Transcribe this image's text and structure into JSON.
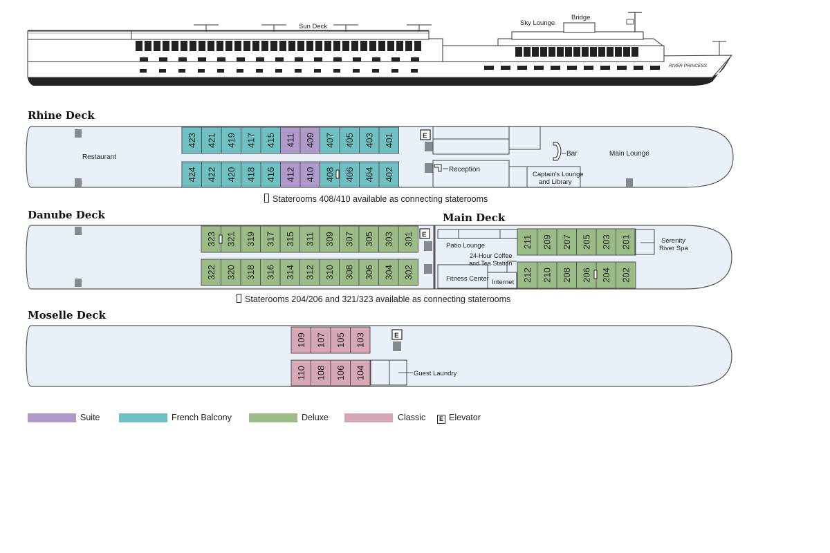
{
  "profile": {
    "labels": {
      "sun_deck": "Sun Deck",
      "sky_lounge": "Sky Lounge",
      "bridge": "Bridge",
      "ship_name": "RIVER PRINCESS"
    }
  },
  "rhine": {
    "title": "Rhine Deck",
    "top_row": [
      "423",
      "421",
      "419",
      "417",
      "415",
      "411",
      "409",
      "407",
      "405",
      "403",
      "401"
    ],
    "bottom_row": [
      "424",
      "422",
      "420",
      "418",
      "416",
      "412",
      "410",
      "408",
      "406",
      "404",
      "402"
    ],
    "top_types": [
      "french",
      "french",
      "french",
      "french",
      "french",
      "suite",
      "suite",
      "french",
      "french",
      "french",
      "french"
    ],
    "bottom_types": [
      "french",
      "french",
      "french",
      "french",
      "french",
      "suite",
      "suite",
      "french",
      "french",
      "french",
      "french"
    ],
    "labels": {
      "restaurant": "Restaurant",
      "bar": "Bar",
      "main_lounge": "Main Lounge",
      "reception": "Reception",
      "captains_lounge_1": "Captain's Lounge",
      "captains_lounge_2": "and Library"
    },
    "note": "Staterooms 408/410 available as connecting staterooms"
  },
  "danube": {
    "title": "Danube Deck",
    "top_row": [
      "323",
      "321",
      "319",
      "317",
      "315",
      "311",
      "309",
      "307",
      "305",
      "303",
      "301"
    ],
    "bottom_row": [
      "322",
      "320",
      "318",
      "316",
      "314",
      "312",
      "310",
      "308",
      "306",
      "304",
      "302"
    ]
  },
  "main": {
    "title": "Main Deck",
    "top_row": [
      "211",
      "209",
      "207",
      "205",
      "203",
      "201"
    ],
    "bottom_row": [
      "212",
      "210",
      "208",
      "206",
      "204",
      "202"
    ],
    "labels": {
      "patio_lounge": "Patio Lounge",
      "coffee_1": "24-Hour Coffee",
      "coffee_2": "and Tea Station",
      "fitness": "Fitness Center",
      "internet": "Internet",
      "spa_1": "Serenity",
      "spa_2": "River Spa"
    },
    "note": "Staterooms 204/206 and 321/323 available as connecting staterooms"
  },
  "moselle": {
    "title": "Moselle Deck",
    "top_row": [
      "109",
      "107",
      "105",
      "103"
    ],
    "bottom_row": [
      "110",
      "108",
      "106",
      "104"
    ],
    "labels": {
      "guest_laundry": "Guest Laundry"
    }
  },
  "elevator_glyph": "E",
  "colors": {
    "suite": "#b09acc",
    "french": "#6ec0c3",
    "deluxe": "#9bbb87",
    "classic": "#d6a7b4",
    "hull": "#eaf0f8",
    "hull_stroke": "#555555"
  },
  "legend": [
    {
      "key": "suite",
      "label": "Suite"
    },
    {
      "key": "french",
      "label": "French Balcony"
    },
    {
      "key": "deluxe",
      "label": "Deluxe"
    },
    {
      "key": "classic",
      "label": "Classic"
    },
    {
      "key": "elevator",
      "label": "Elevator"
    }
  ],
  "icons": [
    "stairs-icon",
    "elevator-icon",
    "connecting-door-icon",
    "bar-counter-icon",
    "flag-icon"
  ]
}
